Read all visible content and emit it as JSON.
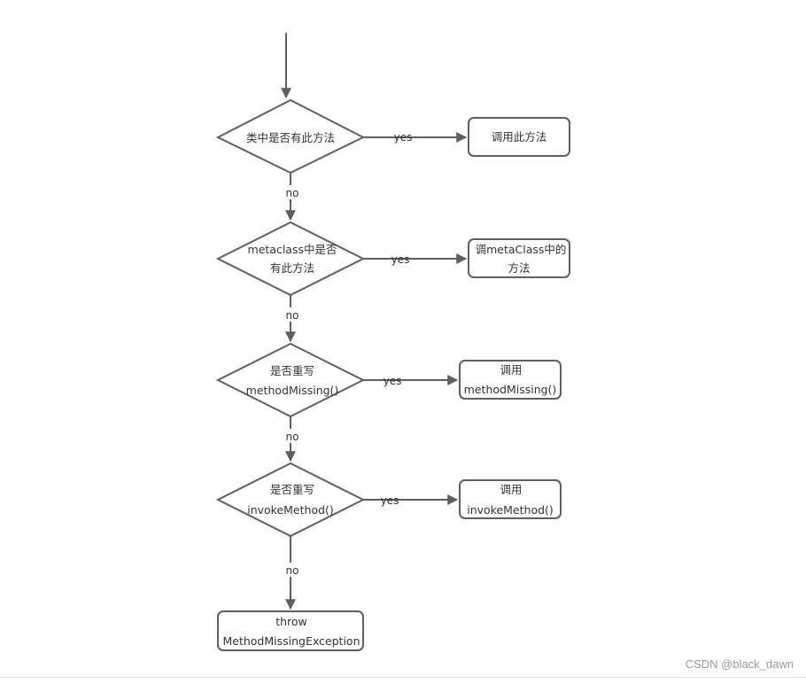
{
  "diagram": {
    "decisions": [
      {
        "lines": [
          "类中是否有此方法"
        ]
      },
      {
        "lines": [
          "metaclass中是否",
          "有此方法"
        ]
      },
      {
        "lines": [
          "是否重写",
          "methodMissing()"
        ]
      },
      {
        "lines": [
          "是否重写",
          "invokeMethod()"
        ]
      }
    ],
    "actions": [
      {
        "lines": [
          "调用此方法"
        ]
      },
      {
        "lines": [
          "调metaClass中的",
          "方法"
        ]
      },
      {
        "lines": [
          "调用",
          "methodMissing()"
        ]
      },
      {
        "lines": [
          "调用",
          "invokeMethod()"
        ]
      }
    ],
    "terminal": {
      "lines": [
        "throw",
        "MethodMissingException"
      ]
    },
    "yes_label": "yes",
    "no_label": "no"
  },
  "watermark": "CSDN @black_dawn"
}
